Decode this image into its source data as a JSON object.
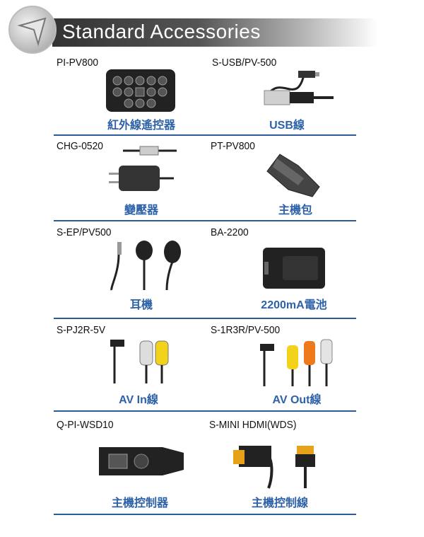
{
  "header": {
    "title": "Standard Accessories"
  },
  "rows": [
    {
      "left": {
        "model": "PI-PV800",
        "caption": "紅外線遙控器"
      },
      "right": {
        "model": "S-USB/PV-500",
        "caption": "USB線"
      }
    },
    {
      "left": {
        "model": "CHG-0520",
        "caption": "變壓器"
      },
      "right": {
        "model": "PT-PV800",
        "caption": "主機包"
      }
    },
    {
      "left": {
        "model": "S-EP/PV500",
        "caption": "耳機"
      },
      "right": {
        "model": "BA-2200",
        "caption": "2200mA電池"
      }
    },
    {
      "left": {
        "model": "S-PJ2R-5V",
        "caption": "AV In線"
      },
      "right": {
        "model": "S-1R3R/PV-500",
        "caption": "AV Out線"
      }
    },
    {
      "left": {
        "model": "Q-PI-WSD10",
        "caption": "主機控制器"
      },
      "right": {
        "model": "S-MINI HDMI(WDS)",
        "caption": "主機控制線"
      }
    }
  ],
  "colors": {
    "caption": "#2d62a8",
    "divider": "#2d5b9a",
    "title_text": "#ffffff"
  }
}
